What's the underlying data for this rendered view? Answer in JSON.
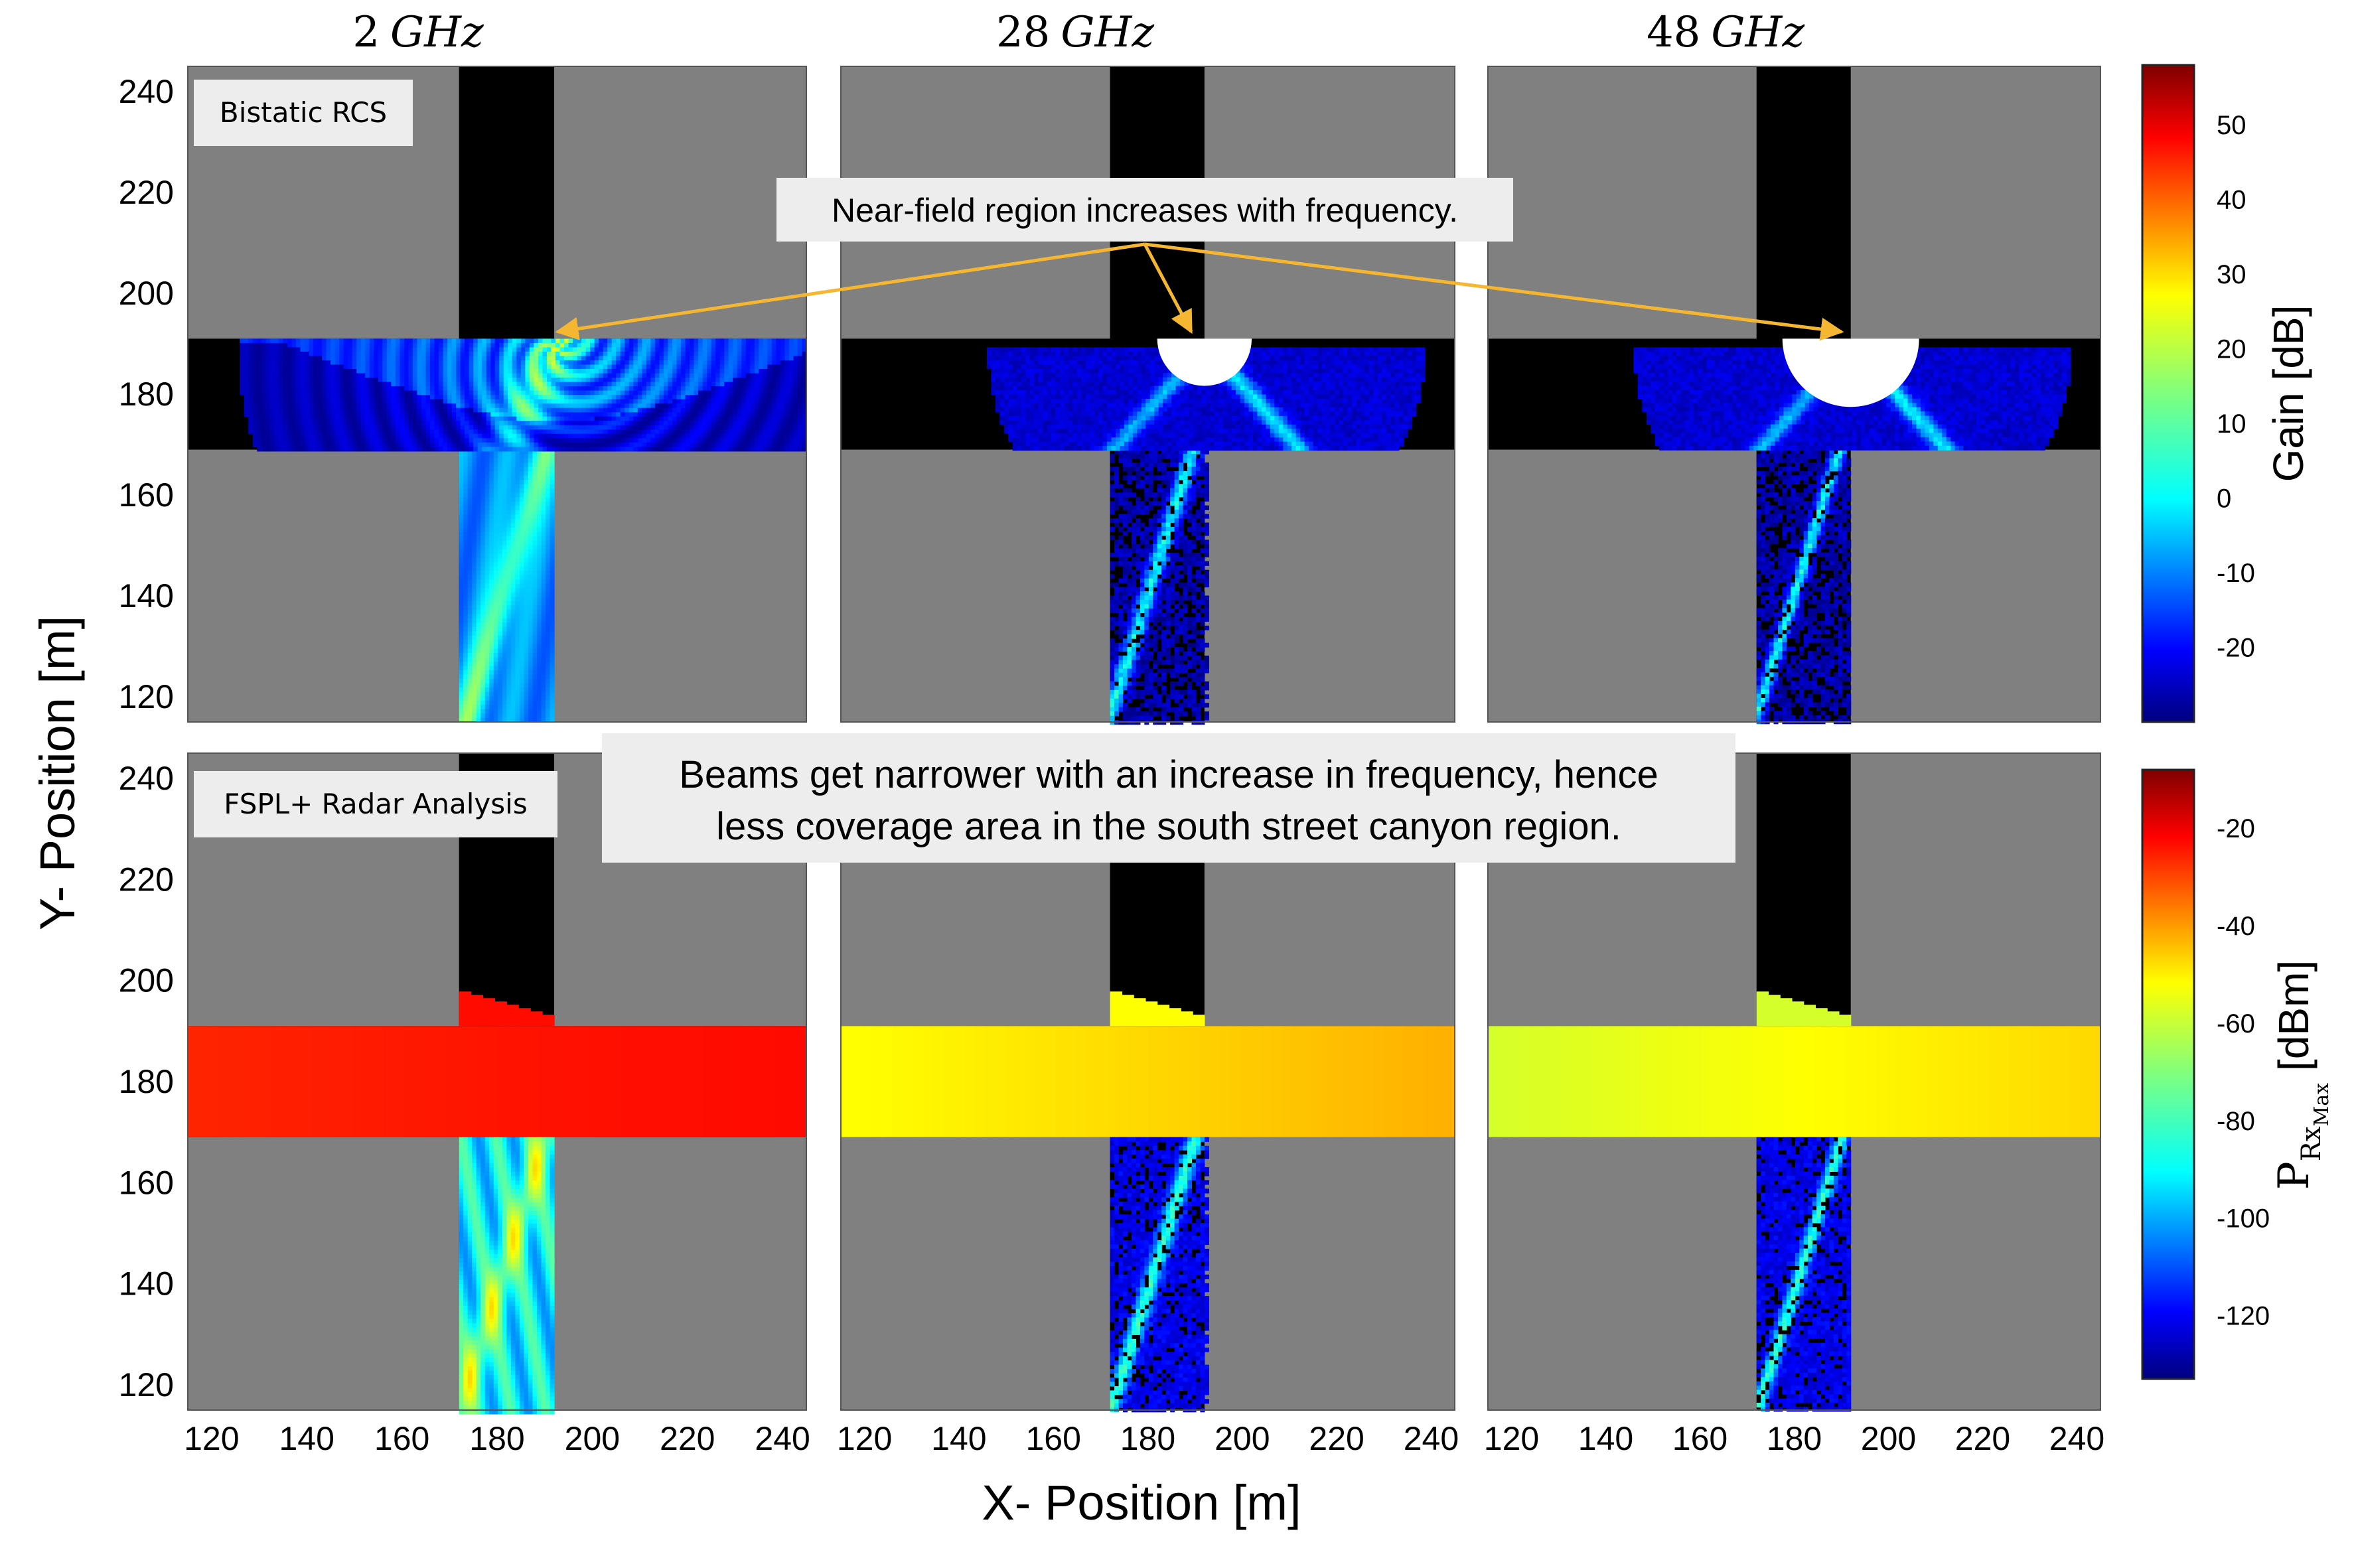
{
  "chart_data": {
    "type": "heatmap",
    "columns": [
      {
        "title_num": "2",
        "title_unit": "GHz",
        "freq_ghz": 2,
        "near_field_radius_m": 0
      },
      {
        "title_num": "28",
        "title_unit": "GHz",
        "freq_ghz": 28,
        "near_field_radius_m": 10
      },
      {
        "title_num": "48",
        "title_unit": "GHz",
        "freq_ghz": 48,
        "near_field_radius_m": 14.5
      }
    ],
    "xlabel": "X- Position [m]",
    "ylabel": "Y- Position [m]",
    "xlim": [
      115,
      245
    ],
    "ylim": [
      115,
      245
    ],
    "xticks": [
      120,
      140,
      160,
      180,
      200,
      220,
      240
    ],
    "yticks": [
      120,
      140,
      160,
      180,
      200,
      220,
      240
    ],
    "geometry_m": {
      "north_south_street_x": [
        172,
        192
      ],
      "east_west_street_y": [
        169,
        191
      ],
      "transmitter": [
        192,
        190
      ]
    },
    "rows": [
      {
        "panel_label": "Bistatic RCS",
        "colorbar": {
          "label": "Gain [dB]",
          "ticks": [
            50,
            40,
            30,
            20,
            10,
            0,
            -10,
            -20
          ],
          "range": [
            -30,
            58
          ]
        },
        "colormap": "jet"
      },
      {
        "panel_label": "FSPL+ Radar Analysis",
        "colorbar": {
          "label_main": "P",
          "label_sub": "Rx",
          "label_subsub": "Max",
          "label_unit": "[dBm]",
          "ticks": [
            -20,
            -40,
            -60,
            -80,
            -100,
            -120
          ],
          "range": [
            -133,
            -8
          ]
        },
        "colormap": "jet",
        "east_west_street_level_dbm": {
          "2 GHz": -25,
          "28 GHz": -55,
          "48 GHz": -60
        }
      }
    ],
    "annotations": [
      {
        "text": "Near-field region increases with frequency."
      },
      {
        "text_line1": "Beams get narrower with an increase in frequency, hence",
        "text_line2": "less coverage area in the south street canyon region."
      }
    ],
    "colors": {
      "building": "#808080",
      "street_no_signal": "#000000",
      "arrow": "#f5b731",
      "annotation_box": "#ededed",
      "background": "#ffffff"
    }
  }
}
